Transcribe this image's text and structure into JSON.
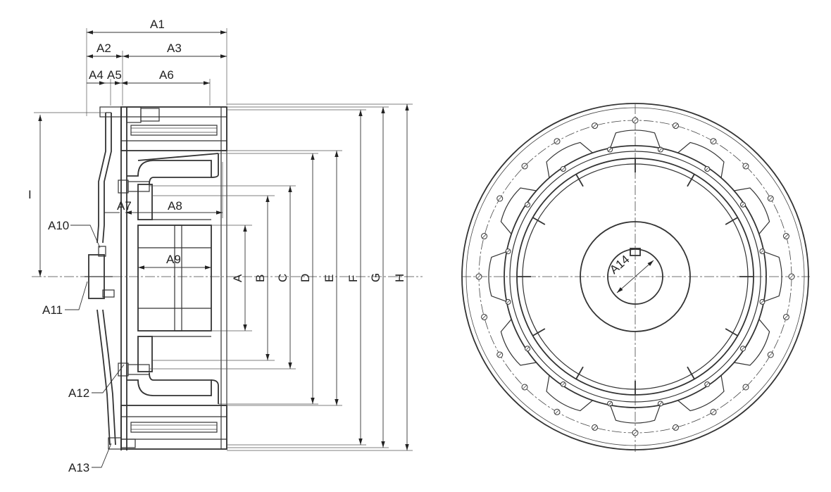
{
  "labels": {
    "A1": "A1",
    "A2": "A2",
    "A3": "A3",
    "A4": "A4",
    "A5": "A5",
    "A6": "A6",
    "A7": "A7",
    "A8": "A8",
    "A9": "A9",
    "A10": "A10",
    "A11": "A11",
    "A12": "A12",
    "A13": "A13",
    "A14": "A14",
    "A": "A",
    "B": "B",
    "C": "C",
    "D": "D",
    "E": "E",
    "F": "F",
    "G": "G",
    "H": "H",
    "I": "I"
  }
}
